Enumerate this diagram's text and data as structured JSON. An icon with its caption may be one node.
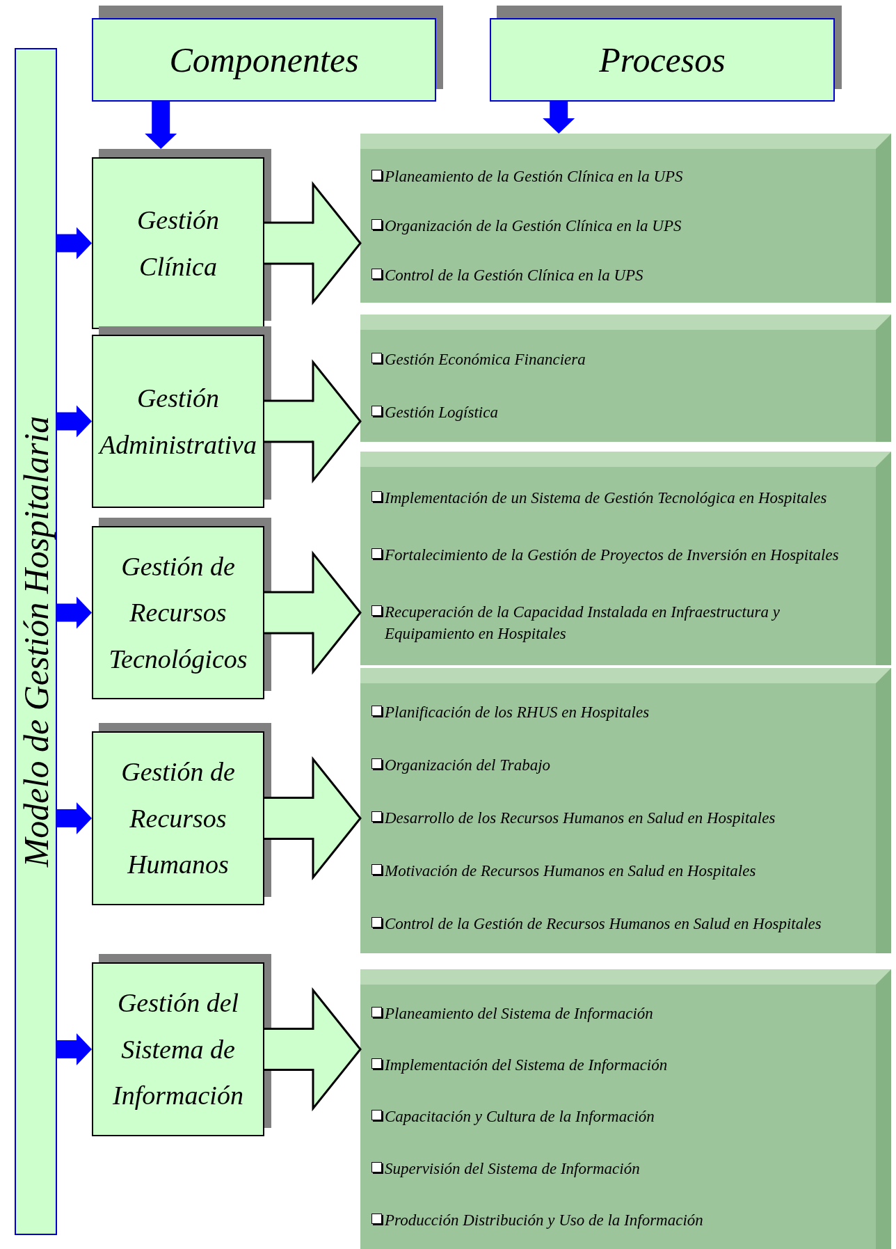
{
  "diagram": {
    "nodes": [
      {
        "text": [
          "Modelo de Gestión Hospitalaria"
        ]
      },
      {
        "text": [
          "Componentes"
        ]
      },
      {
        "text": [
          "Procesos"
        ]
      },
      {
        "text": [
          "Gestión Clínica"
        ]
      },
      {
        "text": [
          "Gestión Administrativa"
        ]
      },
      {
        "text": [
          "Gestión de Recursos Tecnológicos"
        ]
      },
      {
        "text": [
          "Gestión de Recursos Humanos"
        ]
      },
      {
        "text": [
          "Gestión del Sistema de Información"
        ]
      },
      {
        "text": [
          "Planeamiento de la Gestión Clínica en la UPS",
          "Organización de la Gestión Clínica en la UPS",
          "Control de la Gestión Clínica en la UPS"
        ]
      },
      {
        "text": [
          "Gestión Económica Financiera",
          "Gestión Logística"
        ]
      },
      {
        "text": [
          "Implementación de un Sistema de Gestión Tecnológica en Hospitales",
          "Fortalecimiento de la Gestión de Proyectos de Inversión en Hospitales",
          "Recuperación de la Capacidad Instalada en Infraestructura y Equipamiento en Hospitales"
        ]
      },
      {
        "text": [
          "Planificación de los RHUS en Hospitales",
          "Organización del Trabajo",
          "Desarrollo de los Recursos Humanos en Salud en Hospitales",
          "Motivación de Recursos Humanos en Salud en Hospitales",
          "Control de la Gestión de Recursos Humanos en Salud en Hospitales"
        ]
      },
      {
        "text": [
          "Planeamiento del Sistema de Información",
          "Implementación del Sistema de Información",
          "Capacitación y Cultura de la Información",
          "Supervisión del Sistema de Información",
          "Producción Distribución y Uso de la Información"
        ]
      }
    ],
    "edges": [
      {
        "from": 1,
        "to": 3,
        "arrow": "to",
        "color": "#0000ff"
      },
      {
        "from": 2,
        "to": 8,
        "arrow": "to",
        "color": "#0000ff"
      },
      {
        "from": 0,
        "to": 3,
        "arrow": "to",
        "color": "#0000ff"
      },
      {
        "from": 0,
        "to": 4,
        "arrow": "to",
        "color": "#0000ff"
      },
      {
        "from": 0,
        "to": 5,
        "arrow": "to",
        "color": "#0000ff"
      },
      {
        "from": 0,
        "to": 6,
        "arrow": "to",
        "color": "#0000ff"
      },
      {
        "from": 0,
        "to": 7,
        "arrow": "to",
        "color": "#0000ff"
      },
      {
        "from": 3,
        "to": 8,
        "arrow": "to",
        "style": "thick",
        "color": "#ccffcc"
      },
      {
        "from": 4,
        "to": 9,
        "arrow": "to",
        "style": "thick",
        "color": "#ccffcc"
      },
      {
        "from": 5,
        "to": 10,
        "arrow": "to",
        "style": "thick",
        "color": "#ccffcc"
      },
      {
        "from": 6,
        "to": 11,
        "arrow": "to",
        "style": "thick",
        "color": "#ccffcc"
      },
      {
        "from": 7,
        "to": 12,
        "arrow": "to",
        "style": "thick",
        "color": "#ccffcc"
      }
    ]
  }
}
